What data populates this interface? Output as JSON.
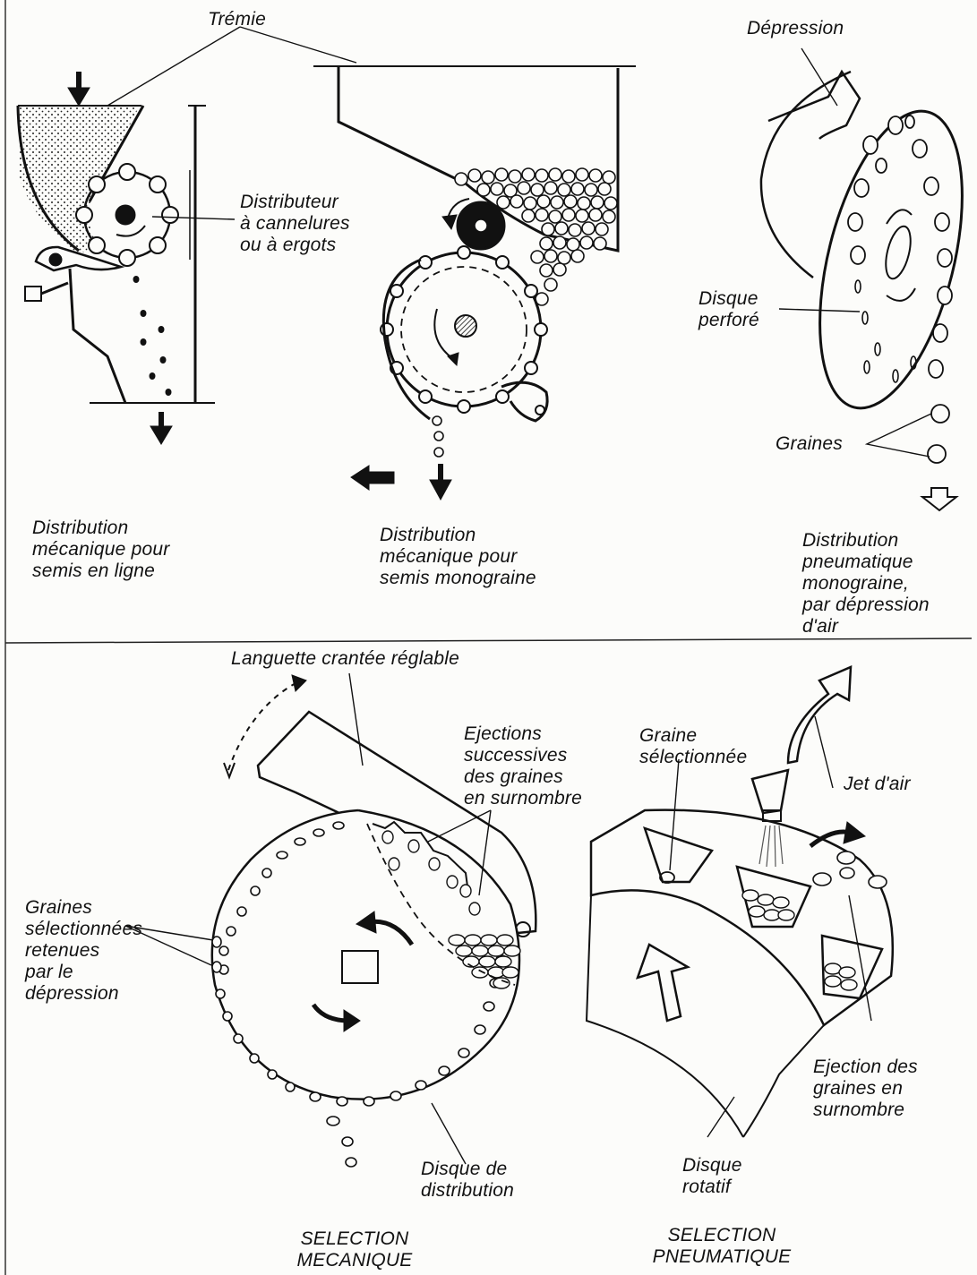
{
  "labels": {
    "tremie": "Trémie",
    "distributeur": "Distributeur\nà cannelures\nou à ergots",
    "dist_ligne": "Distribution\nmécanique pour\nsemis en ligne",
    "dist_monograine": "Distribution\nmécanique pour\nsemis monograine",
    "depression": "Dépression",
    "disque_perfore": "Disque\nperforé",
    "graines": "Graines",
    "dist_pneumatique": "Distribution\npneumatique\nmonograine,\npar dépression\nd'air",
    "languette": "Languette crantée réglable",
    "ejections": "Ejections\nsuccessives\ndes graines\nen surnombre",
    "graines_selectionnees": "Graines\nsélectionnées\nretenues\npar le\ndépression",
    "disque_distribution": "Disque de\ndistribution",
    "selection_mecanique": "SELECTION\nMECANIQUE",
    "graine_selectionnee": "Graine\nsélectionnée",
    "jet_air": "Jet d'air",
    "ejection_graines": "Ejection des\ngraines en\nsurnombre",
    "disque_rotatif": "Disque\nrotatif",
    "selection_pneumatique": "SELECTION\nPNEUMATIQUE"
  },
  "colors": {
    "ink": "#111111",
    "paper": "#fcfcfa",
    "shade": "#555555"
  }
}
